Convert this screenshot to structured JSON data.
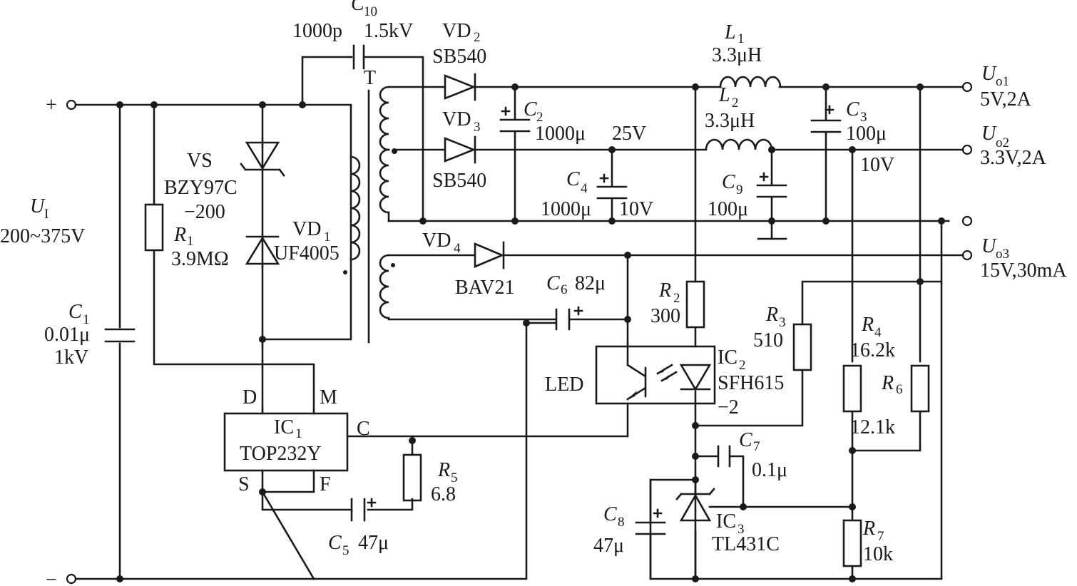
{
  "labels": {
    "c10_name": "C",
    "c10_sub": "10",
    "c10_value": "1000p",
    "c10_rating": "1.5kV",
    "vd2_name": "VD",
    "vd2_sub": "2",
    "vd2_part": "SB540",
    "vd3_name": "VD",
    "vd3_sub": "3",
    "vd3_part": "SB540",
    "l1_name": "L",
    "l1_sub": "1",
    "l1_value": "3.3μH",
    "l2_name": "L",
    "l2_sub": "2",
    "l2_value": "3.3μH",
    "c2_name": "C",
    "c2_sub": "2",
    "c2_value": "1000μ",
    "c2_rating": "25V",
    "c3_name": "C",
    "c3_sub": "3",
    "c3_value": "100μ",
    "c3_rating": "10V",
    "c4_name": "C",
    "c4_sub": "4",
    "c4_value": "1000μ",
    "c4_rating": "10V",
    "c9_name": "C",
    "c9_sub": "9",
    "c9_value": "100μ",
    "uo1_name": "U",
    "uo1_sub": "o1",
    "uo1_spec": "5V,2A",
    "uo2_name": "U",
    "uo2_sub": "o2",
    "uo2_spec": "3.3V,2A",
    "uo3_name": "U",
    "uo3_sub": "o3",
    "uo3_spec": "15V,30mA",
    "plus": "+",
    "minus": "−",
    "ui_name": "U",
    "ui_sub": "I",
    "ui_range": "200~375V",
    "t_name": "T",
    "vs_name": "VS",
    "vs_part1": "BZY97C",
    "vs_part2": "−200",
    "r1_name": "R",
    "r1_sub": "1",
    "r1_value": "3.9MΩ",
    "vd1_name": "VD",
    "vd1_sub": "1",
    "vd1_part": "UF4005",
    "vd4_name": "VD",
    "vd4_sub": "4",
    "vd4_part": "BAV21",
    "c6_name": "C",
    "c6_sub": "6",
    "c6_value": "82μ",
    "c1_name": "C",
    "c1_sub": "1",
    "c1_value": "0.01μ",
    "c1_rating": "1kV",
    "r2_name": "R",
    "r2_sub": "2",
    "r2_value": "300",
    "r3_name": "R",
    "r3_sub": "3",
    "r3_value": "510",
    "r4_name": "R",
    "r4_sub": "4",
    "r4_value": "16.2k",
    "r6_name": "R",
    "r6_sub": "6",
    "r6_value": "12.1k",
    "ic2_name": "IC",
    "ic2_sub": "2",
    "ic2_part1": "SFH615",
    "ic2_part2": "−2",
    "led_label": "LED",
    "ic1_name": "IC",
    "ic1_sub": "1",
    "ic1_part": "TOP232Y",
    "pin_d": "D",
    "pin_m": "M",
    "pin_c": "C",
    "pin_s": "S",
    "pin_f": "F",
    "r5_name": "R",
    "r5_sub": "5",
    "r5_value": "6.8",
    "c5_name": "C",
    "c5_sub": "5",
    "c5_value": "47μ",
    "c7_name": "C",
    "c7_sub": "7",
    "c7_value": "0.1μ",
    "c8_name": "C",
    "c8_sub": "8",
    "c8_value": "47μ",
    "ic3_name": "IC",
    "ic3_sub": "3",
    "ic3_part": "TL431C",
    "r7_name": "R",
    "r7_sub": "7",
    "r7_value": "10k"
  }
}
